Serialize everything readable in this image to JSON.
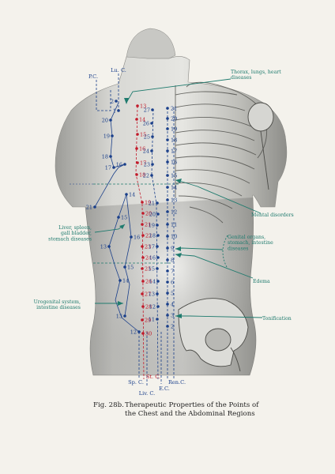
{
  "figure": {
    "number": "Fig. 28b.",
    "title_line1": "Therapeutic Properties of the Points of",
    "title_line2": "the Chest and the Abdominal Regions"
  },
  "channels": {
    "pc": "P.C.",
    "lu": "Lu. C.",
    "sp": "Sp. C.",
    "liv": "Liv. C.",
    "st": "St. C.",
    "ec": "E.C.",
    "ren": "Ren.C."
  },
  "annotations": {
    "thorax": [
      "Thorax, lungs, heart",
      "diseases"
    ],
    "mental": [
      "Mental disorders"
    ],
    "genital": [
      "Genital organs,",
      "stomach, intestine",
      "diseases"
    ],
    "edema": [
      "Edema"
    ],
    "tonification": [
      "Tonification"
    ],
    "liver": [
      "Liver, spleen,",
      "gall bladder,",
      "stomach diseases"
    ],
    "urogenital": [
      "Urogenital system,",
      "intestine diseases"
    ]
  },
  "points": {
    "lu": [
      {
        "n": "1"
      },
      {
        "n": "2"
      }
    ],
    "left_upper": [
      {
        "n": "20"
      },
      {
        "n": "19"
      },
      {
        "n": "18"
      },
      {
        "n": "17"
      },
      {
        "n": "16"
      }
    ],
    "left_lower": [
      {
        "n": "14"
      },
      {
        "n": "21"
      },
      {
        "n": "15"
      },
      {
        "n": "16"
      },
      {
        "n": "13"
      },
      {
        "n": "15"
      },
      {
        "n": "14"
      },
      {
        "n": "13"
      },
      {
        "n": "12"
      }
    ],
    "stomach": [
      "13",
      "14",
      "15",
      "16",
      "17",
      "18",
      "19",
      "20",
      "21",
      "22",
      "23",
      "24",
      "25",
      "26",
      "27",
      "28",
      "29",
      "30"
    ],
    "kidney": [
      "27",
      "26",
      "25",
      "24",
      "23",
      "22",
      "21",
      "20",
      "19",
      "18",
      "17",
      "16",
      "15",
      "14",
      "13",
      "12",
      "11"
    ],
    "conception": [
      "21",
      "20",
      "19",
      "18",
      "17",
      "16",
      "15",
      "14",
      "13",
      "12",
      "11",
      "10",
      "9",
      "8",
      "7",
      "6",
      "5",
      "4",
      "3",
      "2"
    ]
  }
}
